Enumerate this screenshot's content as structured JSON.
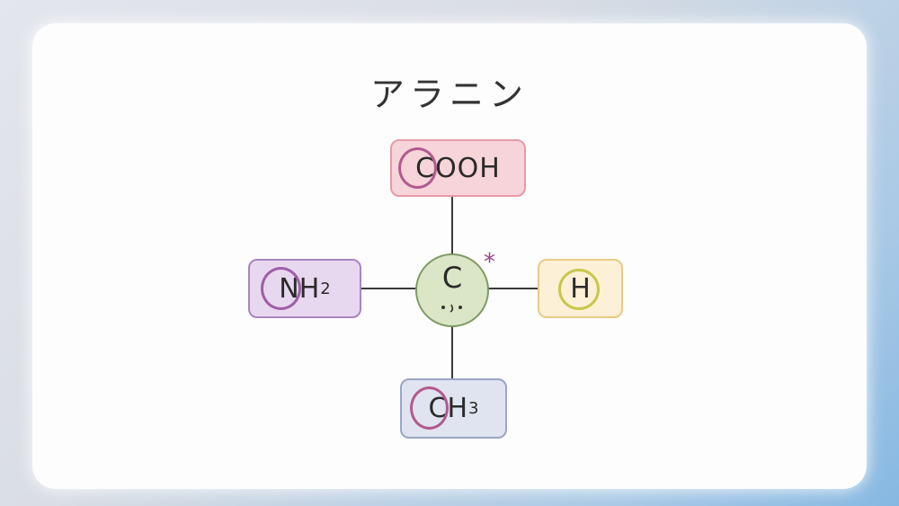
{
  "title": "アラニン",
  "center": {
    "label": "C",
    "marker": "*"
  },
  "groups": {
    "top": {
      "main": "COOH",
      "sub": ""
    },
    "left": {
      "main": "NH",
      "sub": "2"
    },
    "right": {
      "main": "H",
      "sub": ""
    },
    "bottom": {
      "main": "CH",
      "sub": "3"
    }
  },
  "colors": {
    "top_fill": "#f7d4d9",
    "top_ring": "#b25a8f",
    "left_fill": "#e7d8ef",
    "left_ring": "#a05ea8",
    "right_fill": "#fcf0d6",
    "right_ring": "#c8c74a",
    "bottom_fill": "#dfe4f0",
    "bottom_ring": "#b25a8f",
    "center_fill": "#dbe6c6",
    "marker": "#a13d86"
  },
  "icons": {
    "center_face": "smiley-face-icon"
  }
}
